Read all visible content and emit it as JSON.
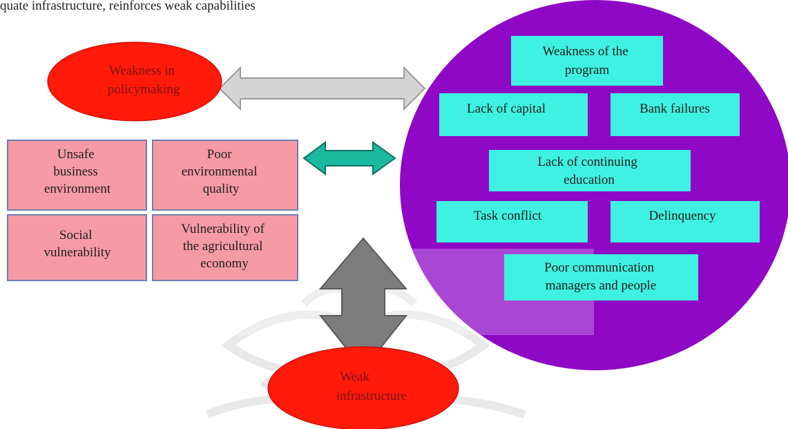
{
  "header_text": "quate infrastructure, reinforces weak capabilities",
  "colors": {
    "red_ellipse": "#ff1a0a",
    "red_text": "#7a1414",
    "pink_box": "#f69aa5",
    "pink_border": "#6f7fb2",
    "purple_circle": "#8e08c6",
    "cyan_box": "#3ef1e0",
    "gray_arrow": "#d4d4d4",
    "teal_arrow": "#1bb99f",
    "dark_arrow": "#7c7c7c"
  },
  "policy_weakness": [
    "Weakness in",
    "policymaking"
  ],
  "weak_infrastructure": [
    "Weak",
    "infrastructure"
  ],
  "pink_boxes": [
    {
      "lines": [
        "Unsafe",
        "business",
        "environment"
      ]
    },
    {
      "lines": [
        "Poor",
        "environmental",
        "quality"
      ]
    },
    {
      "lines": [
        "Social",
        "vulnerability"
      ]
    },
    {
      "lines": [
        "Vulnerability of",
        "the agricultural",
        "economy"
      ]
    }
  ],
  "program_items": [
    {
      "lines": [
        "Weakness of the",
        "program"
      ]
    },
    {
      "lines": [
        "Lack of capital"
      ]
    },
    {
      "lines": [
        "Bank failures"
      ]
    },
    {
      "lines": [
        "Lack of continuing",
        "education"
      ]
    },
    {
      "lines": [
        "Task conflict"
      ]
    },
    {
      "lines": [
        "Delinquency"
      ]
    },
    {
      "lines": [
        "Poor communication",
        "managers and people"
      ]
    }
  ]
}
